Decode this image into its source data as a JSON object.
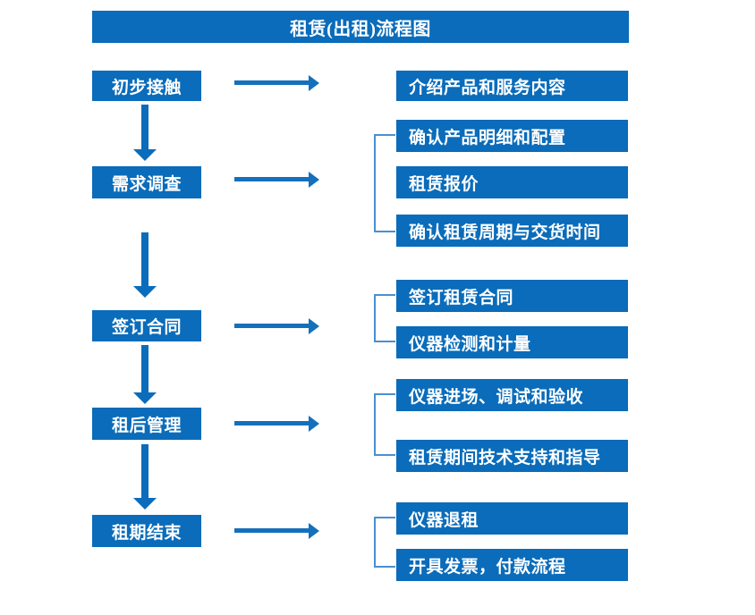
{
  "diagram": {
    "title": "租赁(出租)流程图",
    "colors": {
      "box_fill": "#0a6cba",
      "box_text": "#ffffff",
      "arrow": "#1570bc",
      "bracket": "#4a8fd0",
      "background": "#ffffff"
    },
    "stages": [
      {
        "id": "stage-1",
        "label": "初步接触",
        "details": [
          "介绍产品和服务内容"
        ],
        "grouped": false
      },
      {
        "id": "stage-2",
        "label": "需求调查",
        "details": [
          "确认产品明细和配置",
          "租赁报价",
          "确认租赁周期与交货时间"
        ],
        "grouped": true
      },
      {
        "id": "stage-3",
        "label": "签订合同",
        "details": [
          "签订租赁合同",
          "仪器检测和计量"
        ],
        "grouped": true
      },
      {
        "id": "stage-4",
        "label": "租后管理",
        "details": [
          "仪器进场、调试和验收",
          "租赁期间技术支持和指导"
        ],
        "grouped": true
      },
      {
        "id": "stage-5",
        "label": "租期结束",
        "details": [
          "仪器退租",
          "开具发票，付款流程"
        ],
        "grouped": true
      }
    ]
  }
}
